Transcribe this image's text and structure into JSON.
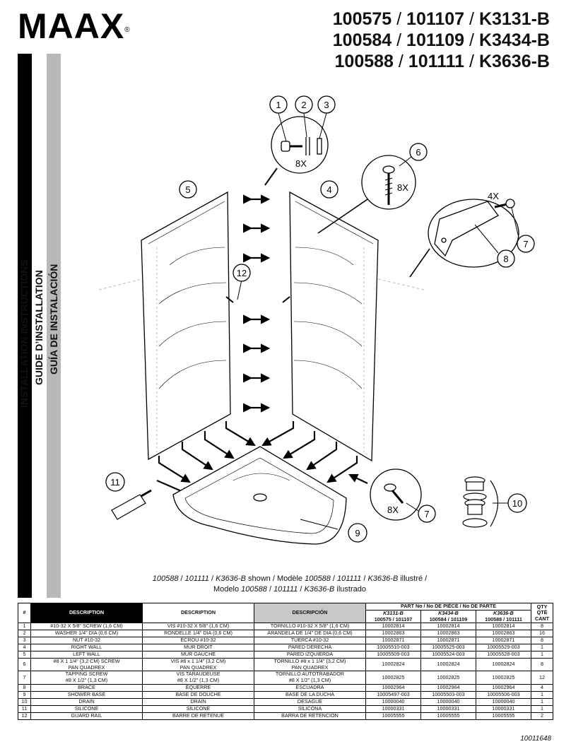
{
  "brand": {
    "name": "MAAX",
    "reg": "®"
  },
  "models": [
    [
      "100575",
      "101107",
      "K3131-B"
    ],
    [
      "100584",
      "101109",
      "K3434-B"
    ],
    [
      "100588",
      "101111",
      "K3636-B"
    ]
  ],
  "side_titles": {
    "en": "INSTALLATION INSTRUCTIONS",
    "fr": "GUIDE D’INSTALLATION",
    "es": "GUÍA DE INSTALACIÓN"
  },
  "callouts": {
    "c1": "1",
    "c2": "2",
    "c3": "3",
    "c4": "4",
    "c5": "5",
    "c6": "6",
    "c7a": "7",
    "c7b": "7",
    "c8": "8",
    "c9": "9",
    "c10": "10",
    "c11": "11",
    "c12": "12",
    "q8x_a": "8X",
    "q8x_b": "8X",
    "q8x_c": "8X",
    "q4x": "4X"
  },
  "caption": {
    "m1": "100588",
    "s": "/",
    "m2": "101111",
    "m3": "K3636-B",
    "en": "shown /",
    "fr": "Modèle",
    "fr2": "illustré /",
    "es": "Modelo",
    "es2": "ilustrado"
  },
  "table": {
    "col_num": "#",
    "col_desc_en": "DESCRIPTION",
    "col_desc_fr": "DESCRIPTION",
    "col_desc_es": "DESCRIPCIÓN",
    "col_part": "PART No / No DE PIÈCE / No DE PARTE",
    "col_qty": "QTY QTÉ CANT",
    "models": [
      {
        "code": "K3131-B",
        "nums": "100575 / 101107"
      },
      {
        "code": "K3434-B",
        "nums": "100584 / 101109"
      },
      {
        "code": "K3636-B",
        "nums": "100588 / 101111"
      }
    ],
    "rows": [
      {
        "n": "1",
        "en": "#10-32 X 5/8\" SCREW (1,6 CM)",
        "fr": "VIS #10-32 X 5/8\" (1,6 CM)",
        "es": "TORNILLO #10-32 X 5/8\" (1,6 CM)",
        "p1": "10002814",
        "p2": "10002814",
        "p3": "10002814",
        "q": "8"
      },
      {
        "n": "2",
        "en": "WASHER 1/4\" DIA (0,6 CM)",
        "fr": "RONDELLE 1/4\" DIA (0,6 CM)",
        "es": "ARANDELA DE 1/4\" DE DIA (0,6 CM)",
        "p1": "10002863",
        "p2": "10002863",
        "p3": "10002863",
        "q": "16"
      },
      {
        "n": "3",
        "en": "NUT #10-32",
        "fr": "ÉCROU #10-32",
        "es": "TUERCA #10-32",
        "p1": "10002871",
        "p2": "10002871",
        "p3": "10002871",
        "q": "8"
      },
      {
        "n": "4",
        "en": "RIGHT WALL",
        "fr": "MUR DROIT",
        "es": "PARED DERECHA",
        "p1": "10005510-003",
        "p2": "10005525-003",
        "p3": "10005529-003",
        "q": "1"
      },
      {
        "n": "5",
        "en": "LEFT WALL",
        "fr": "MUR GAUCHE",
        "es": "PARED IZQUIERDA",
        "p1": "10005509-003",
        "p2": "10005524-003",
        "p3": "10005528-003",
        "q": "1"
      },
      {
        "n": "6",
        "en": "#8 X 1 1/4\" (3,2 CM) SCREW",
        "en2": "PAN QUADREX",
        "fr": "VIS #8 x 1 1/4\" (3,2 CM)",
        "fr2": "PAN QUADREX",
        "es": "TORNILLO #8 x 1 1/4\" (3,2 CM)",
        "es2": "PAN QUADREX",
        "p1": "10002824",
        "p2": "10002824",
        "p3": "10002824",
        "q": "8"
      },
      {
        "n": "7",
        "en": "TAPPING SCREW",
        "en2": "#8 X 1/2\" (1,3 CM)",
        "fr": "VIS TARAUDEUSE",
        "fr2": "#8 X 1/2\" (1,3 CM)",
        "es": "TORNILLO AUTOTRABADOR",
        "es2": "#8 X 1/2\" (1,3 CM)",
        "p1": "10002825",
        "p2": "10002825",
        "p3": "10002825",
        "q": "12"
      },
      {
        "n": "8",
        "en": "BRACE",
        "fr": "ÉQUERRE",
        "es": "ESCUADRA",
        "p1": "10002964",
        "p2": "10002964",
        "p3": "10002964",
        "q": "4"
      },
      {
        "n": "9",
        "en": "SHOWER BASE",
        "fr": "BASE DE DOUCHE",
        "es": "BASE DE LA DUCHA",
        "p1": "10005497-003",
        "p2": "10005503-003",
        "p3": "10005506-003",
        "q": "1"
      },
      {
        "n": "10",
        "en": "DRAIN",
        "fr": "DRAIN",
        "es": "DESAGÜE",
        "p1": "10000040",
        "p2": "10000040",
        "p3": "10000040",
        "q": "1"
      },
      {
        "n": "11",
        "en": "SILICONE",
        "fr": "SILICONE",
        "es": "SILICONA",
        "p1": "10000331",
        "p2": "10000331",
        "p3": "10000331",
        "q": "1"
      },
      {
        "n": "12",
        "en": "GUARD RAIL",
        "fr": "BARRE DE RETENUE",
        "es": "BARRA DE RETENCIÓN",
        "p1": "10005555",
        "p2": "10005555",
        "p3": "10005555",
        "q": "2"
      }
    ]
  },
  "doc_number": "10011648"
}
